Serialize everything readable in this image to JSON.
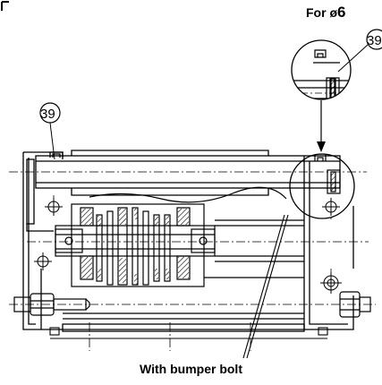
{
  "header": {
    "title_prefix": "For ",
    "diameter_symbol": "ø",
    "size": "6"
  },
  "callouts": {
    "detail": "39",
    "main": "39"
  },
  "caption": "With bumper bolt",
  "colors": {
    "ink": "#000000",
    "hatch": "#333333",
    "background": "#ffffff"
  }
}
